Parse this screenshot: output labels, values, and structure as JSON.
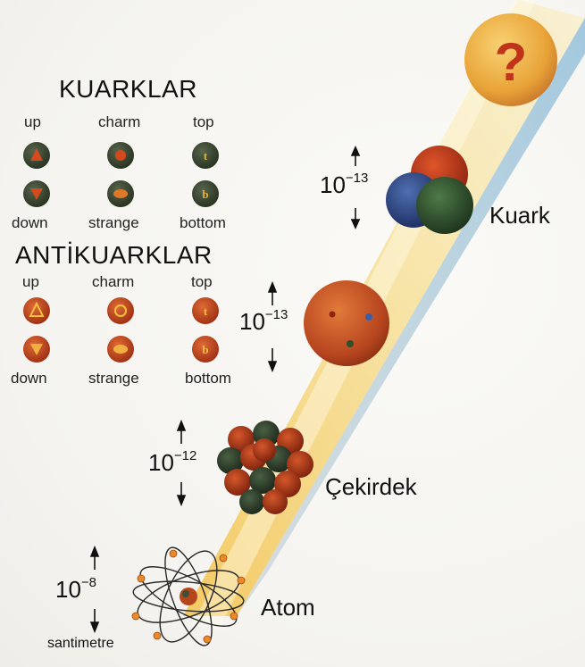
{
  "quarks": {
    "heading": "KUARKLAR",
    "top_row": [
      "up",
      "charm",
      "top"
    ],
    "bottom_row": [
      "down",
      "strange",
      "bottom"
    ],
    "colors": {
      "body": "#3f4c37",
      "mark": "#d44a1e"
    }
  },
  "antiquarks": {
    "heading": "ANTİKUARKLAR",
    "top_row": [
      "up",
      "charm",
      "top"
    ],
    "bottom_row": [
      "down",
      "strange",
      "bottom"
    ],
    "colors": {
      "body": "#c8421c",
      "mark": "#f0a030"
    }
  },
  "levels": [
    {
      "label": "Atom",
      "exponent": "−8",
      "base": "10"
    },
    {
      "label": "Çekirdek",
      "exponent": "−12",
      "base": "10"
    },
    {
      "label": "",
      "exponent": "−13",
      "base": "10"
    },
    {
      "label": "Kuark",
      "exponent": "−13",
      "base": "10"
    }
  ],
  "top_symbol": "?",
  "unit_label": "santimetre"
}
